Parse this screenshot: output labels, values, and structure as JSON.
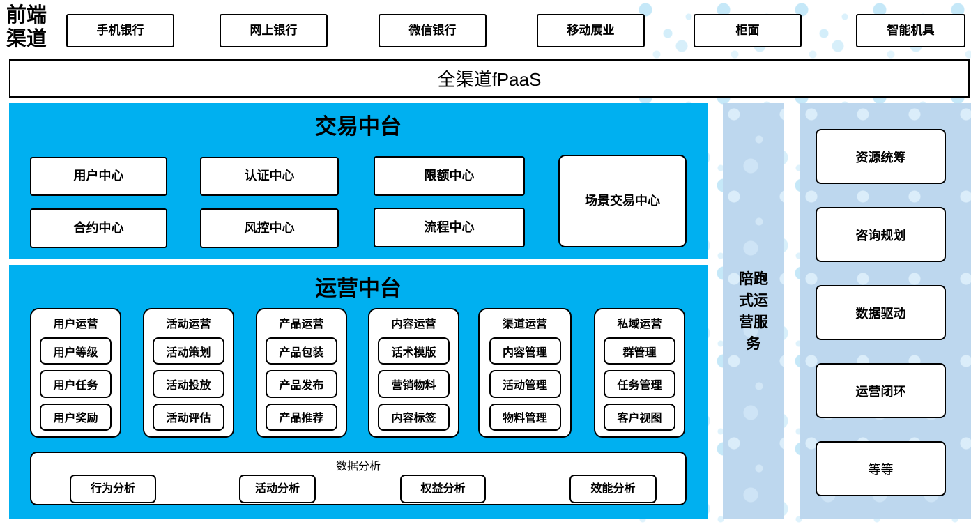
{
  "front_channels": {
    "label": "前端渠道",
    "items": [
      "手机银行",
      "网上银行",
      "微信银行",
      "移动展业",
      "柜面",
      "智能机具"
    ]
  },
  "fpaas": {
    "label": "全渠道fPaaS"
  },
  "trade_platform": {
    "title": "交易中台",
    "centers": [
      "用户中心",
      "认证中心",
      "限额中心",
      "合约中心",
      "风控中心",
      "流程中心"
    ],
    "scene_center": "场景交易中心"
  },
  "ops_platform": {
    "title": "运营中台",
    "groups": [
      {
        "label": "用户运营",
        "items": [
          "用户等级",
          "用户任务",
          "用户奖励"
        ]
      },
      {
        "label": "活动运营",
        "items": [
          "活动策划",
          "活动投放",
          "活动评估"
        ]
      },
      {
        "label": "产品运营",
        "items": [
          "产品包装",
          "产品发布",
          "产品推荐"
        ]
      },
      {
        "label": "内容运营",
        "items": [
          "话术模版",
          "营销物料",
          "内容标签"
        ]
      },
      {
        "label": "渠道运营",
        "items": [
          "内容管理",
          "活动管理",
          "物料管理"
        ]
      },
      {
        "label": "私域运营",
        "items": [
          "群管理",
          "任务管理",
          "客户视图"
        ]
      }
    ],
    "data_analysis": {
      "label": "数据分析",
      "items": [
        "行为分析",
        "活动分析",
        "权益分析",
        "效能分析"
      ]
    }
  },
  "companion_bar": {
    "label": "陪跑式运营服务"
  },
  "service_panel": {
    "items": [
      "资源统筹",
      "咨询规划",
      "数据驱动",
      "运营闭环",
      "等等"
    ]
  },
  "colors": {
    "platform_blue": "#00b0f0",
    "panel_light_blue": "#bdd7ee",
    "dot_blue": "#bfe3f6",
    "box_border": "#000000"
  }
}
